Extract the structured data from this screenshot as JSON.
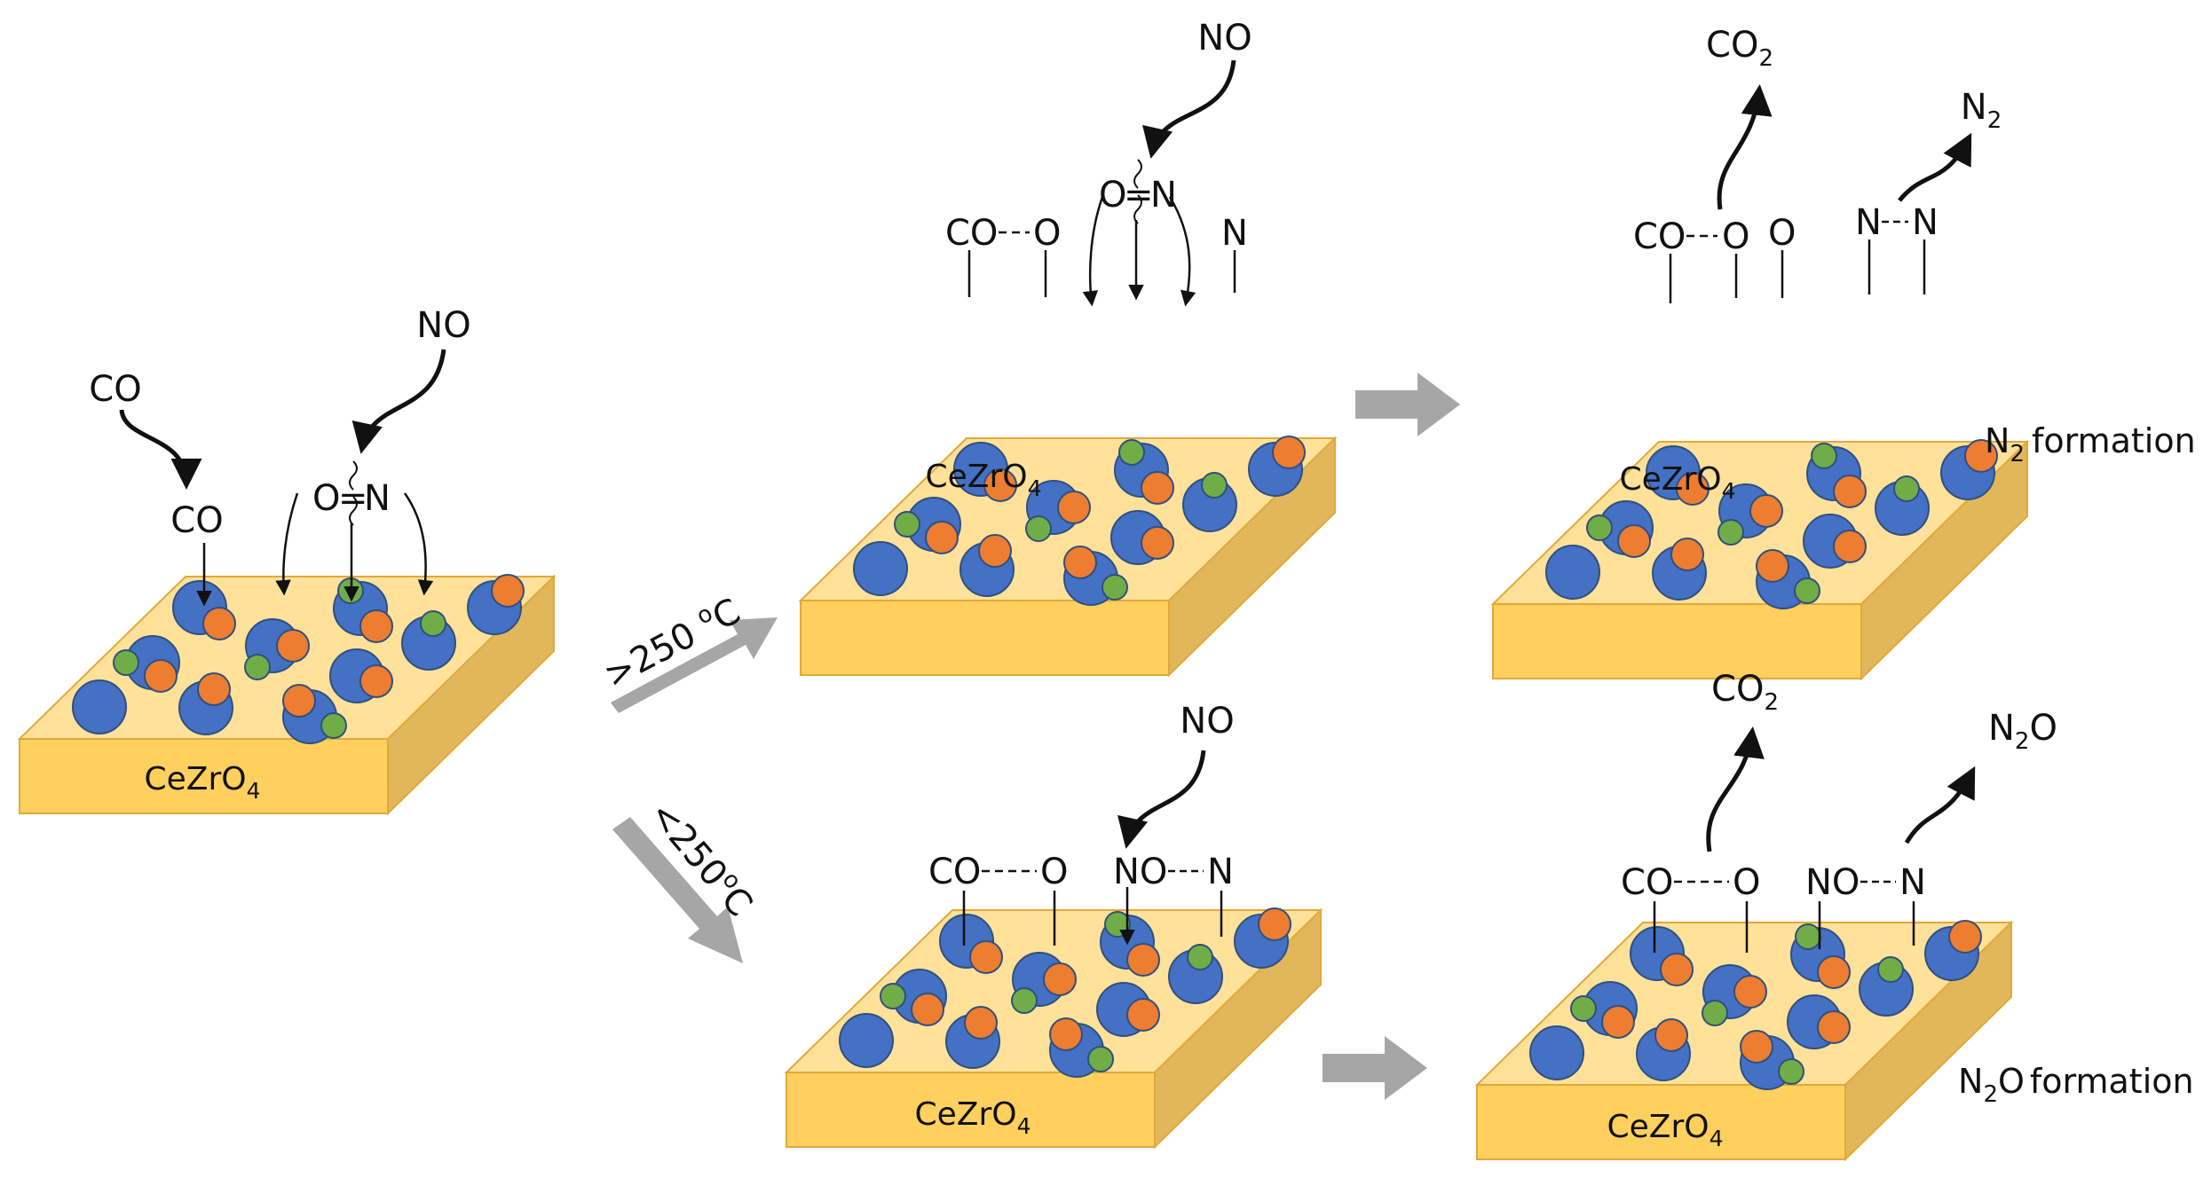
{
  "labels": {
    "support": "CeZrO",
    "support_sub": "4",
    "co": "CO",
    "no": "NO",
    "co2": "CO",
    "co2_sub": "2",
    "n2": "N",
    "n2_sub": "2",
    "n2o_n": "N",
    "n2o_sub": "2",
    "n2o_o": "O",
    "o": "O",
    "n": "N",
    "o_eq_n_left": "O",
    "o_eq_n_eq": "=",
    "o_eq_n_right": "N",
    "formation_word": "formation",
    "temp_high": ">250 ",
    "temp_low": "<250",
    "temp_o": "o",
    "temp_c": "C"
  },
  "colors": {
    "slab_top": "#FFE19A",
    "slab_front": "#FFD05E",
    "slab_side": "#E2B75B",
    "slab_edge": "#E0A93A",
    "ce_blue": "#4471C4",
    "zr_orange": "#ED7D31",
    "o_green": "#70AD47",
    "arrow_gray": "#A6A6A6"
  }
}
